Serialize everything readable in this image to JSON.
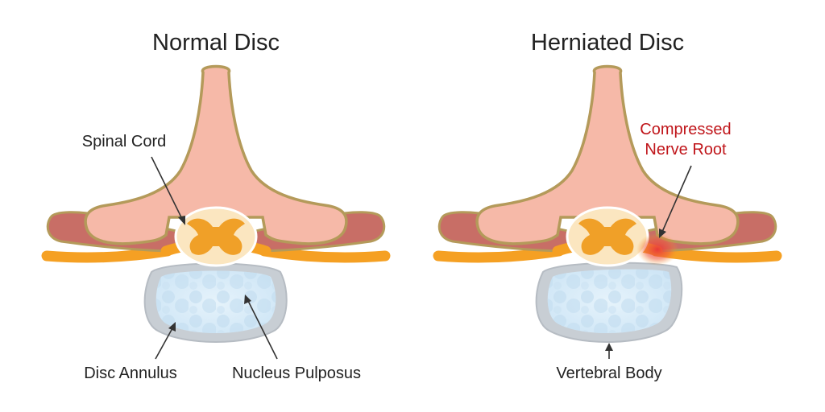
{
  "panels": {
    "normal": {
      "title": "Normal Disc"
    },
    "herniated": {
      "title": "Herniated Disc"
    }
  },
  "labels": {
    "spinal_cord": "Spinal Cord",
    "disc_annulus": "Disc Annulus",
    "nucleus_pulposus": "Nucleus Pulposus",
    "compressed_line1": "Compressed",
    "compressed_line2": "Nerve Root",
    "vertebral_body": "Vertebral Body"
  },
  "colors": {
    "bone": "#f6b9a8",
    "bone_outline": "#b49a5a",
    "muscle": "#c86e66",
    "nerve": "#f5a023",
    "cord": "#f0a028",
    "canal": "#fbe6c0",
    "disc_fill": "#d7ebf8",
    "disc_ring": "#c3c9cf",
    "inflammation": "#e8343a",
    "accent_text": "#c0161b"
  }
}
